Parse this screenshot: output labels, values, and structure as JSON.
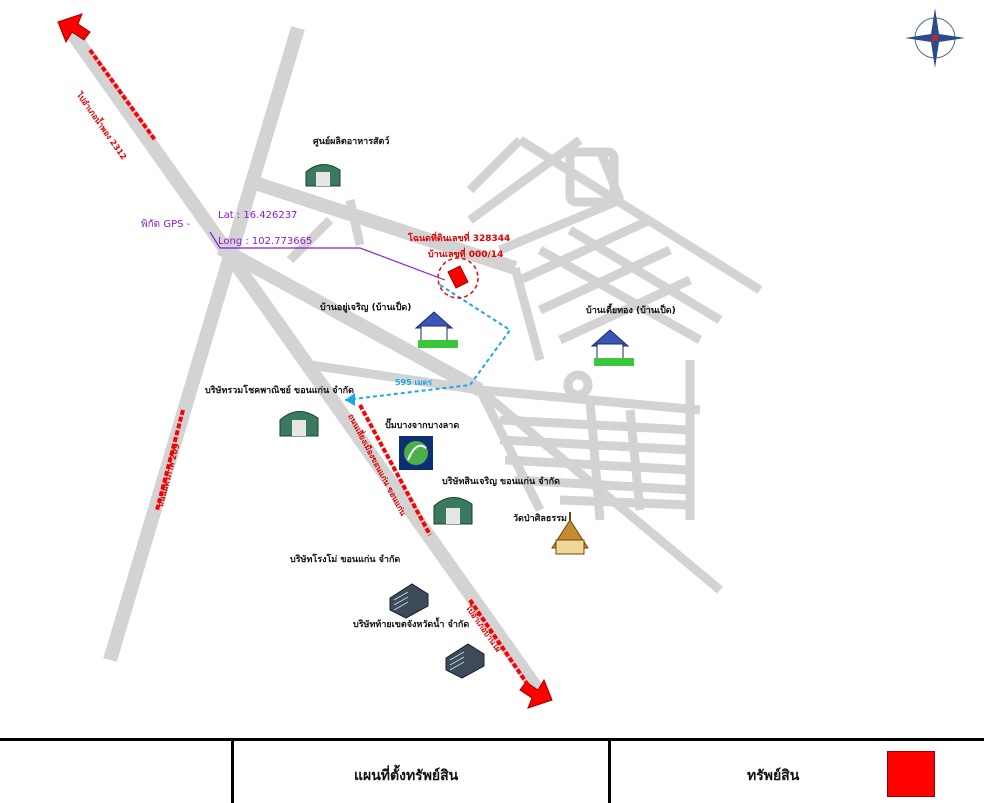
{
  "map": {
    "gps_label": "พิกัด GPS -",
    "lat": "Lat   :  16.426237",
    "long": "Long : 102.773665",
    "parcel_line1": "โฉนดที่ดินเลขที่ 328344",
    "parcel_line2": "บ้านเลขที่ 000/14",
    "distance": "595 เมตร",
    "landmarks": [
      "ศูนย์ผลิตอาหารสัตว์",
      "บ้านอยู่เจริญ (บ้านเป็ด)",
      "บ้านเตี้ยทอง (บ้านเป็ด)",
      "บริษัทรวมโชคพาณิชย์ ขอนแก่น จำกัด",
      "ปั๊มบางจากบางลาด",
      "บริษัทสินเจริญ ขอนแก่น จำกัด",
      "วัดป่าศิลธรรม",
      "บริษัทโรงโม่ ขอนแก่น จำกัด",
      "บริษัทท้ายเขตจังหวัดน้ำ จำกัด"
    ],
    "roads": [
      "ไปอำเภอน้ำพอง 2312",
      "ถนนมิตรภาพ 209",
      "ถนนเลี่ยงเมืองขอนแก่น ขอนแก่น",
      "ไปอำเภอบ้านไผ่"
    ],
    "colors": {
      "road": "#d3d3d3",
      "arrow": "#ff0000",
      "gps": "#8a1bd6",
      "route": "#1ea7e8",
      "asset": "#ff0000"
    },
    "compass_icon": "compass-rose-icon"
  },
  "legend": {
    "title": "แผนที่ตั้งทรัพย์สิน",
    "asset_label": "ทรัพย์สิน",
    "asset_color": "#ff0000"
  }
}
